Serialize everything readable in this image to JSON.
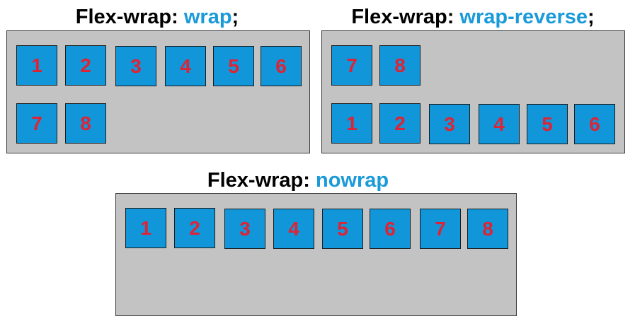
{
  "diagrams": {
    "wrap": {
      "title_prefix": "Flex-wrap: ",
      "title_value": "wrap",
      "title_suffix": ";",
      "items": [
        "1",
        "2",
        "3",
        "4",
        "5",
        "6",
        "7",
        "8"
      ]
    },
    "wrap_reverse": {
      "title_prefix": "Flex-wrap: ",
      "title_value": "wrap-reverse",
      "title_suffix": ";",
      "items": [
        "1",
        "2",
        "3",
        "4",
        "5",
        "6",
        "7",
        "8"
      ]
    },
    "nowrap": {
      "title_prefix": "Flex-wrap: ",
      "title_value": "nowrap",
      "items": [
        "1",
        "2",
        "3",
        "4",
        "5",
        "6",
        "7",
        "8"
      ]
    }
  },
  "colors": {
    "title_text": "#000000",
    "title_highlight": "#1a9ad9",
    "panel_background": "#c3c3c3",
    "item_fill": "#1196d9",
    "item_number": "#dd2436"
  }
}
